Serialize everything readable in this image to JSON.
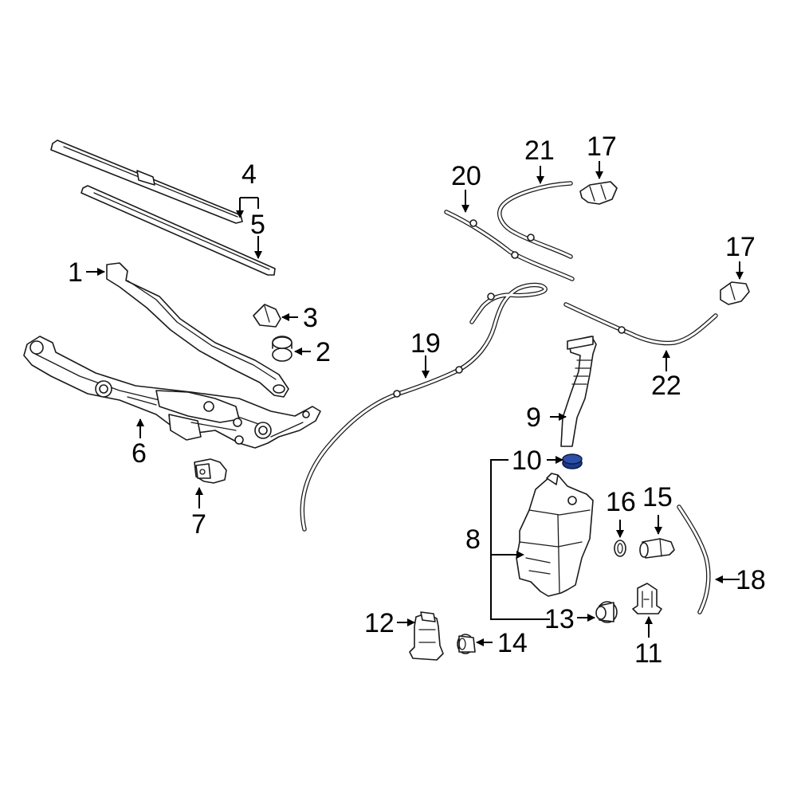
{
  "callouts": {
    "c1": "1",
    "c2": "2",
    "c3": "3",
    "c4": "4",
    "c5": "5",
    "c6": "6",
    "c7": "7",
    "c8": "8",
    "c9": "9",
    "c10": "10",
    "c11": "11",
    "c12": "12",
    "c13": "13",
    "c14": "14",
    "c15": "15",
    "c16": "16",
    "c17a": "17",
    "c17b": "17",
    "c18": "18",
    "c19": "19",
    "c20": "20",
    "c21": "21",
    "c22": "22"
  },
  "colors": {
    "line": "#1a1a1a",
    "highlight_part_10": "#1e3a8a",
    "background": "#ffffff"
  }
}
